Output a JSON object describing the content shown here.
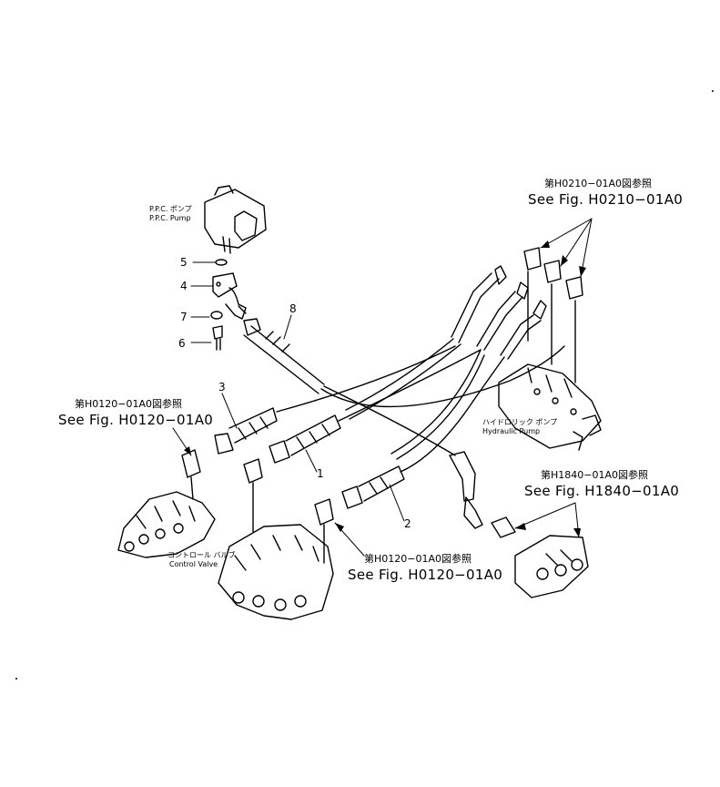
{
  "refs": {
    "pump_ref_jp": "第H0210−01A0図参照",
    "pump_ref_en": "See Fig. H0210−01A0",
    "cv_left_ref_jp": "第H0120−01A0図参照",
    "cv_left_ref_en": "See Fig. H0120−01A0",
    "cv_mid_ref_jp": "第H0120−01A0図参照",
    "cv_mid_ref_en": "See Fig. H0120−01A0",
    "h1840_ref_jp": "第H1840−01A0図参照",
    "h1840_ref_en": "See Fig. H1840−01A0"
  },
  "components": {
    "ppc_pump_jp": "P.P.C. ポンプ",
    "ppc_pump_en": "P.P.C. Pump",
    "hyd_pump_jp": "ハイドロリック ポンプ",
    "hyd_pump_en": "Hydraulic Pump",
    "control_valve_jp": "コントロール バルブ",
    "control_valve_en": "Control Valve"
  },
  "part_numbers": {
    "p1": "1",
    "p2": "2",
    "p3": "3",
    "p4": "4",
    "p5": "5",
    "p6": "6",
    "p7": "7",
    "p8": "8"
  }
}
